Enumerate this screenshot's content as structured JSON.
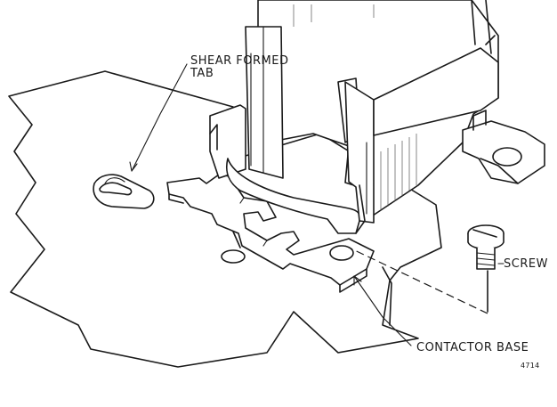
{
  "labels": {
    "shear_formed_tab_line1": "SHEAR FORMED",
    "shear_formed_tab_line2": "TAB",
    "screw": "SCREW",
    "contactor_base": "CONTACTOR BASE",
    "figure_number": "4714"
  }
}
